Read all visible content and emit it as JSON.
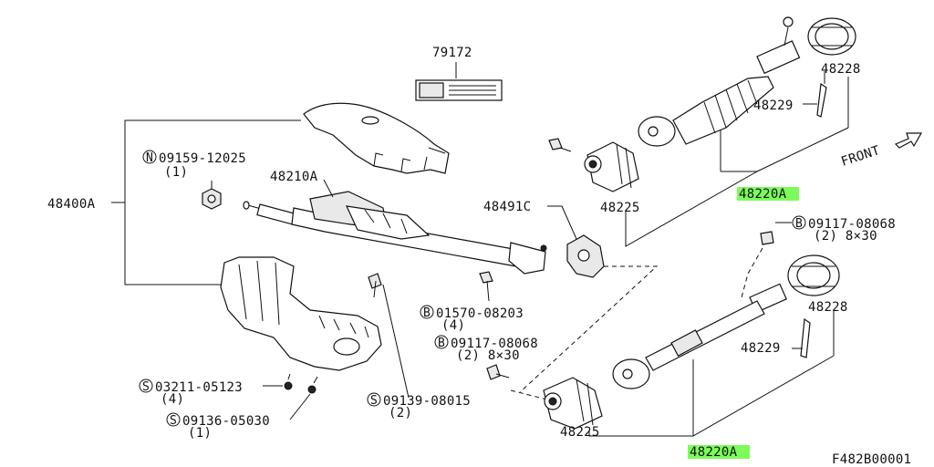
{
  "diagram": {
    "highlight_color": "#7CFC5A",
    "labels": {
      "p79172": "79172",
      "p48400A": "48400A",
      "p09159_12025": "09159-12025",
      "p09159_12025_qty": "(1)",
      "p48210A": "48210A",
      "p48491C": "48491C",
      "p01570_08203": "01570-08203",
      "p01570_08203_qty": "(4)",
      "p09117_08068_mid": "09117-08068",
      "p09117_08068_mid_qty": "(2) 8×30",
      "p03211_05123": "03211-05123",
      "p03211_05123_qty": "(4)",
      "p09136_05030": "09136-05030",
      "p09136_05030_qty": "(1)",
      "p09139_08015": "09139-08015",
      "p09139_08015_qty": "(2)",
      "p48228_top": "48228",
      "p48229_top": "48229",
      "p48225_top": "48225",
      "p48220A_top": "48220A",
      "front": "FRONT",
      "p09117_08068_right": "09117-08068",
      "p09117_08068_right_qty": "(2) 8×30",
      "p48228_bottom": "48228",
      "p48229_bottom": "48229",
      "p48225_bottom": "48225",
      "p48220A_bottom": "48220A",
      "figure_code": "F482B00001"
    },
    "prefix_symbols": {
      "n": "N",
      "b1": "B",
      "b2": "B",
      "b3": "B",
      "s1": "S",
      "s2": "S",
      "s3": "S"
    }
  }
}
